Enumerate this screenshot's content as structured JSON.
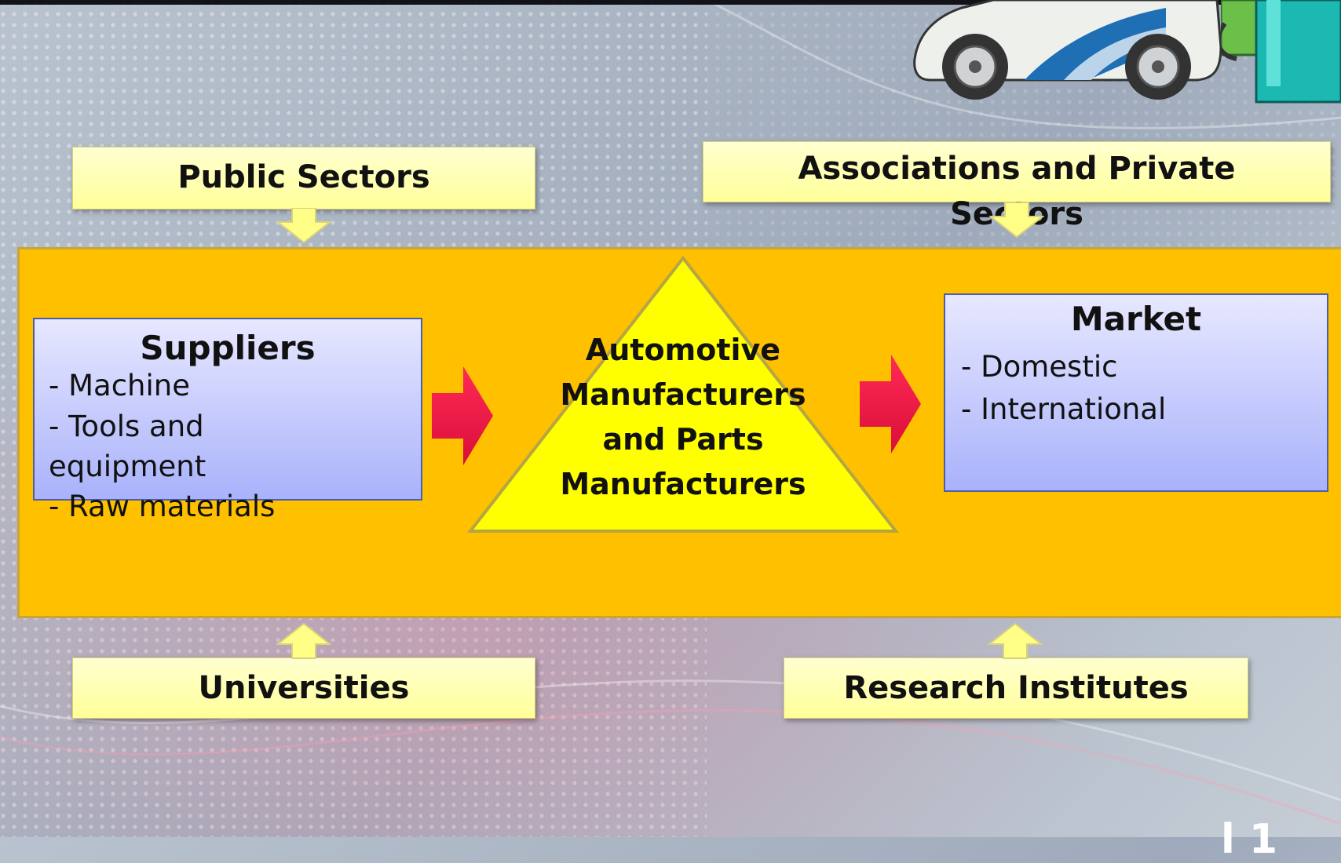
{
  "diagram": {
    "public_sectors": "Public Sectors",
    "associations_line1": "Associations and Private",
    "associations_line2": "Sectors",
    "universities": "Universities",
    "research_institutes": "Research Institutes",
    "suppliers": {
      "title": "Suppliers",
      "items": [
        "- Machine",
        "- Tools and",
        "equipment",
        "- Raw materials"
      ]
    },
    "center": {
      "lines": [
        "Automotive",
        "Manufacturers",
        "and Parts",
        "Manufacturers"
      ]
    },
    "market": {
      "title": "Market",
      "items": [
        "- Domestic",
        "- International"
      ]
    }
  },
  "footer_text": "l 1",
  "colors": {
    "main_box": "#ffc000",
    "triangle": "#ffff00",
    "label_box": "#ffff99",
    "info_box_top": "#e7e8ff",
    "info_box_bottom": "#a9b2fb",
    "arrow": "#e8144a"
  },
  "icons": {
    "car": "electric-car-illustration",
    "charger": "charging-station-illustration"
  }
}
